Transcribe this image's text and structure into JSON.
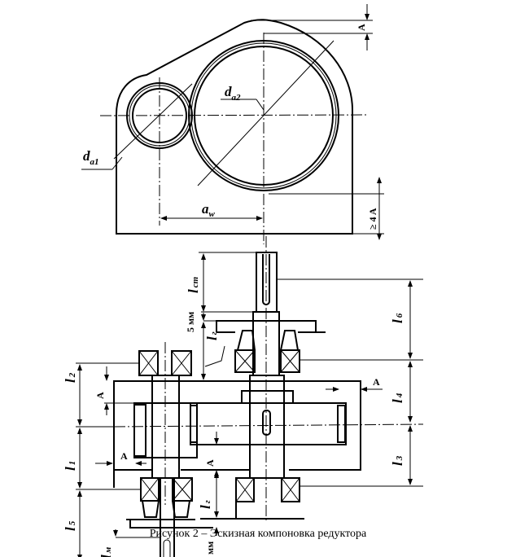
{
  "caption": "Рисунок 2 – Эскизная компоновка редуктора",
  "labels": {
    "d_a1": {
      "main": "d",
      "sub": "a1"
    },
    "d_a2": {
      "main": "d",
      "sub": "a2"
    },
    "a_w": {
      "main": "a",
      "sub": "w"
    },
    "A": "A",
    "ge4A": "≥ 4 A",
    "l_st": {
      "main": "l",
      "sub": "ст"
    },
    "l_g": {
      "main": "l",
      "sub": "г"
    },
    "l_m": {
      "main": "l",
      "sub": "м"
    },
    "l1": {
      "main": "l",
      "sub": "1"
    },
    "l2": {
      "main": "l",
      "sub": "2"
    },
    "l3": {
      "main": "l",
      "sub": "3"
    },
    "l4": {
      "main": "l",
      "sub": "4"
    },
    "l5": {
      "main": "l",
      "sub": "5"
    },
    "l6": {
      "main": "l",
      "sub": "6"
    },
    "mm5": "5 мм"
  }
}
